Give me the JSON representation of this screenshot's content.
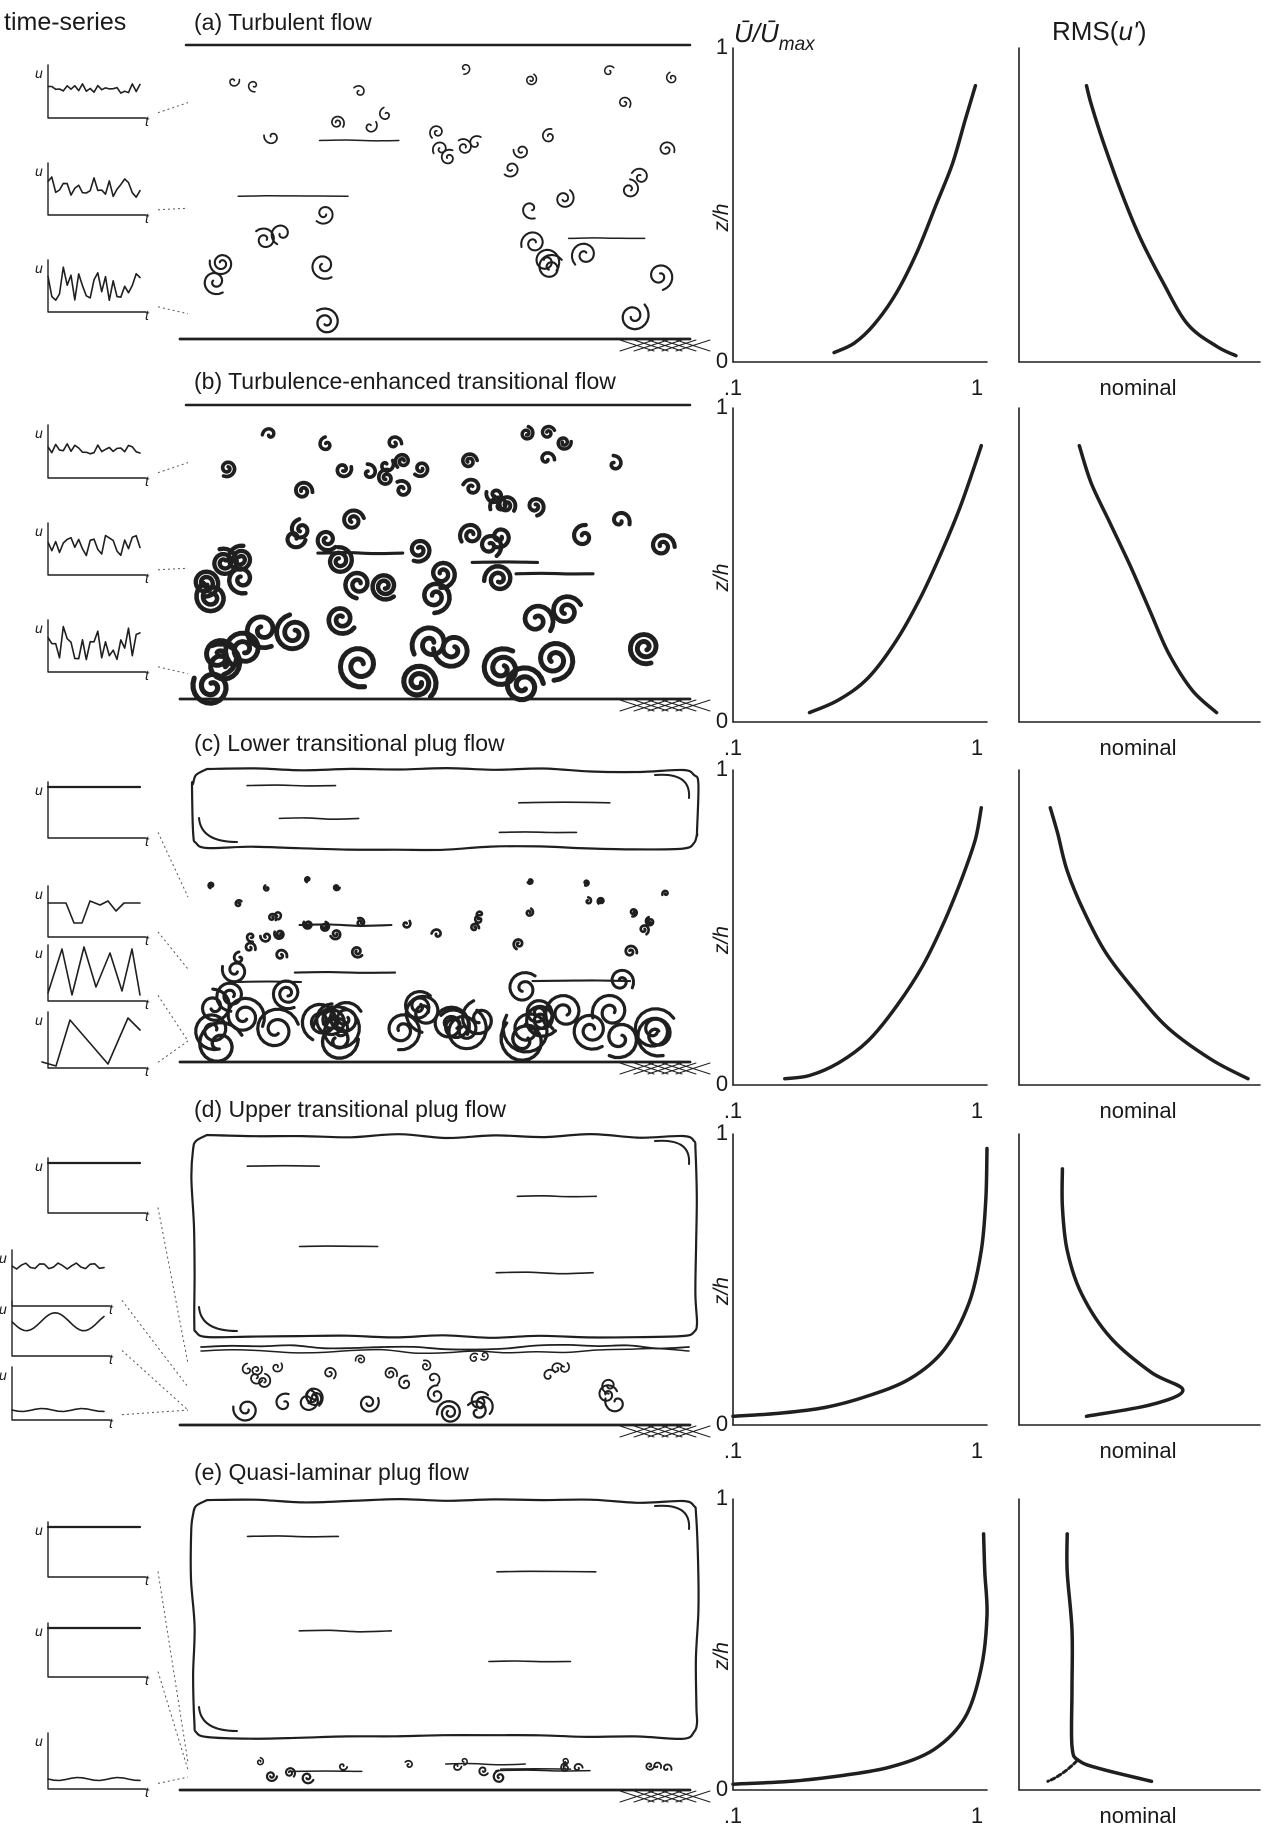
{
  "column_headers": {
    "timeseries": "time-series",
    "mean_velocity": {
      "pre": "Ū/Ū",
      "sub": "max"
    },
    "rms": {
      "pre": "RMS(",
      "it": "u'",
      "post": ")"
    }
  },
  "axis_text": {
    "ylabel": "z/h",
    "y_top": "1",
    "y_bottom": "0",
    "x_left": ".1",
    "x_right": "1",
    "rms_x": "nominal",
    "ts_u": "u",
    "ts_t": "t"
  },
  "panels": [
    {
      "title": "(a) Turbulent flow",
      "regime": "turbulent",
      "timeseries": [
        "small",
        "medium",
        "large"
      ]
    },
    {
      "title": "(b) Turbulence-enhanced transitional flow",
      "regime": "turbulence-enhanced",
      "timeseries": [
        "small",
        "medium",
        "large"
      ]
    },
    {
      "title": "(c) Lower transitional plug flow",
      "regime": "lower-plug",
      "timeseries": [
        "flat",
        "dip",
        "zigzag",
        "sawtooth"
      ]
    },
    {
      "title": "(d) Upper transitional plug flow",
      "regime": "upper-plug",
      "timeseries": [
        "flat",
        "wavy",
        "wave",
        "gentle"
      ]
    },
    {
      "title": "(e) Quasi-laminar plug flow",
      "regime": "quasi-laminar",
      "timeseries": [
        "flat",
        "flat",
        "gentle"
      ]
    }
  ],
  "chart_data": [
    {
      "type": "line",
      "panel": "a",
      "title": "",
      "xlabel": "Ū/Ūmax",
      "ylabel": "z/h",
      "xscale": "log",
      "xlim": [
        0.1,
        1
      ],
      "ylim": [
        0,
        1
      ],
      "series": [
        {
          "x": [
            0.25,
            0.3,
            0.36,
            0.44,
            0.53,
            0.63,
            0.73,
            0.82,
            0.9
          ],
          "y": [
            0.03,
            0.06,
            0.12,
            0.22,
            0.35,
            0.5,
            0.63,
            0.77,
            0.88
          ]
        }
      ]
    },
    {
      "type": "line",
      "panel": "a",
      "title": "",
      "xlabel": "nominal",
      "ylabel": "",
      "ylim": [
        0,
        1
      ],
      "series": [
        {
          "x": [
            0.9,
            0.82,
            0.7,
            0.6,
            0.5,
            0.42,
            0.35,
            0.3,
            0.28
          ],
          "y": [
            0.02,
            0.05,
            0.12,
            0.25,
            0.4,
            0.55,
            0.7,
            0.82,
            0.88
          ]
        }
      ]
    },
    {
      "type": "line",
      "panel": "b",
      "title": "",
      "xlabel": "Ū/Ūmax",
      "ylabel": "z/h",
      "xscale": "log",
      "xlim": [
        0.1,
        1
      ],
      "ylim": [
        0,
        1
      ],
      "series": [
        {
          "x": [
            0.2,
            0.26,
            0.34,
            0.44,
            0.55,
            0.67,
            0.78,
            0.88,
            0.95
          ],
          "y": [
            0.03,
            0.07,
            0.14,
            0.26,
            0.4,
            0.55,
            0.68,
            0.8,
            0.88
          ]
        }
      ]
    },
    {
      "type": "line",
      "panel": "b",
      "title": "",
      "xlabel": "nominal",
      "ylabel": "",
      "ylim": [
        0,
        1
      ],
      "series": [
        {
          "x": [
            0.82,
            0.72,
            0.62,
            0.54,
            0.46,
            0.38,
            0.3,
            0.25
          ],
          "y": [
            0.03,
            0.1,
            0.22,
            0.36,
            0.5,
            0.63,
            0.76,
            0.88
          ]
        }
      ]
    },
    {
      "type": "line",
      "panel": "c",
      "title": "",
      "xlabel": "Ū/Ūmax",
      "ylabel": "z/h",
      "xscale": "log",
      "xlim": [
        0.1,
        1
      ],
      "ylim": [
        0,
        1
      ],
      "series": [
        {
          "x": [
            0.16,
            0.2,
            0.26,
            0.34,
            0.44,
            0.56,
            0.68,
            0.8,
            0.9,
            0.95
          ],
          "y": [
            0.02,
            0.03,
            0.07,
            0.14,
            0.25,
            0.38,
            0.52,
            0.66,
            0.78,
            0.88
          ]
        }
      ]
    },
    {
      "type": "line",
      "panel": "c",
      "title": "",
      "xlabel": "nominal",
      "ylabel": "",
      "ylim": [
        0,
        1
      ],
      "series": [
        {
          "x": [
            0.95,
            0.8,
            0.62,
            0.48,
            0.36,
            0.27,
            0.2,
            0.16,
            0.13
          ],
          "y": [
            0.02,
            0.08,
            0.18,
            0.3,
            0.42,
            0.55,
            0.68,
            0.8,
            0.88
          ]
        }
      ]
    },
    {
      "type": "line",
      "panel": "d",
      "title": "",
      "xlabel": "Ū/Ūmax",
      "ylabel": "z/h",
      "xscale": "log",
      "xlim": [
        0.1,
        1
      ],
      "ylim": [
        0,
        1
      ],
      "series": [
        {
          "x": [
            0.1,
            0.15,
            0.23,
            0.34,
            0.5,
            0.68,
            0.85,
            0.95,
            0.99,
            1.0
          ],
          "y": [
            0.03,
            0.04,
            0.06,
            0.1,
            0.16,
            0.26,
            0.42,
            0.6,
            0.78,
            0.95
          ]
        }
      ]
    },
    {
      "type": "line",
      "panel": "d",
      "title": "",
      "xlabel": "nominal",
      "ylabel": "",
      "ylim": [
        0,
        1
      ],
      "series": [
        {
          "x": [
            0.28,
            0.55,
            0.68,
            0.55,
            0.38,
            0.26,
            0.2,
            0.18,
            0.18
          ],
          "y": [
            0.03,
            0.07,
            0.12,
            0.18,
            0.3,
            0.45,
            0.6,
            0.75,
            0.88
          ]
        }
      ]
    },
    {
      "type": "line",
      "panel": "e",
      "title": "",
      "xlabel": "Ū/Ūmax",
      "ylabel": "z/h",
      "xscale": "log",
      "xlim": [
        0.1,
        1
      ],
      "ylim": [
        0,
        1
      ],
      "series": [
        {
          "x": [
            0.1,
            0.17,
            0.27,
            0.42,
            0.62,
            0.82,
            0.95,
            1.0,
            0.98,
            0.97
          ],
          "y": [
            0.02,
            0.03,
            0.05,
            0.08,
            0.14,
            0.25,
            0.42,
            0.6,
            0.75,
            0.88
          ]
        }
      ]
    },
    {
      "type": "line",
      "panel": "e",
      "title": "",
      "xlabel": "nominal",
      "ylabel": "",
      "ylim": [
        0,
        1
      ],
      "series": [
        {
          "x": [
            0.55,
            0.35,
            0.25,
            0.22,
            0.22,
            0.22,
            0.2,
            0.2
          ],
          "y": [
            0.03,
            0.07,
            0.1,
            0.15,
            0.35,
            0.55,
            0.75,
            0.88
          ]
        }
      ]
    }
  ]
}
